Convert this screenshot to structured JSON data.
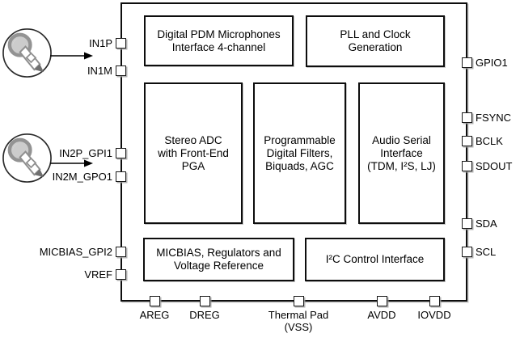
{
  "diagram": {
    "type": "functional-block-diagram",
    "colors": {
      "line": "#000000",
      "background": "#ffffff",
      "mic_head_fill": "#c6c6c6",
      "mic_outline": "#8f8f8f"
    },
    "blocks": {
      "pdm": {
        "label": "Digital PDM Microphones\nInterface 4-channel"
      },
      "pll": {
        "label": "PLL and Clock\nGeneration"
      },
      "adc": {
        "label": "Stereo ADC\nwith Front-End\nPGA"
      },
      "filters": {
        "label": "Programmable\nDigital Filters,\nBiquads, AGC"
      },
      "asi": {
        "label": "Audio Serial\nInterface\n(TDM, I²S, LJ)"
      },
      "micbias": {
        "label": "MICBIAS, Regulators and\nVoltage Reference"
      },
      "i2c": {
        "label": "I²C Control Interface"
      }
    },
    "pins": {
      "left": [
        "IN1P",
        "IN1M",
        "IN2P_GPI1",
        "IN2M_GPO1",
        "MICBIAS_GPI2",
        "VREF"
      ],
      "right": [
        "GPIO1",
        "FSYNC",
        "BCLK",
        "SDOUT",
        "SDA",
        "SCL"
      ],
      "bottom": [
        "AREG",
        "DREG",
        "Thermal Pad\n(VSS)",
        "AVDD",
        "IOVDD"
      ]
    },
    "icons": [
      "microphone-icon",
      "microphone-icon",
      "right-arrow-icon",
      "right-arrow-icon"
    ]
  }
}
